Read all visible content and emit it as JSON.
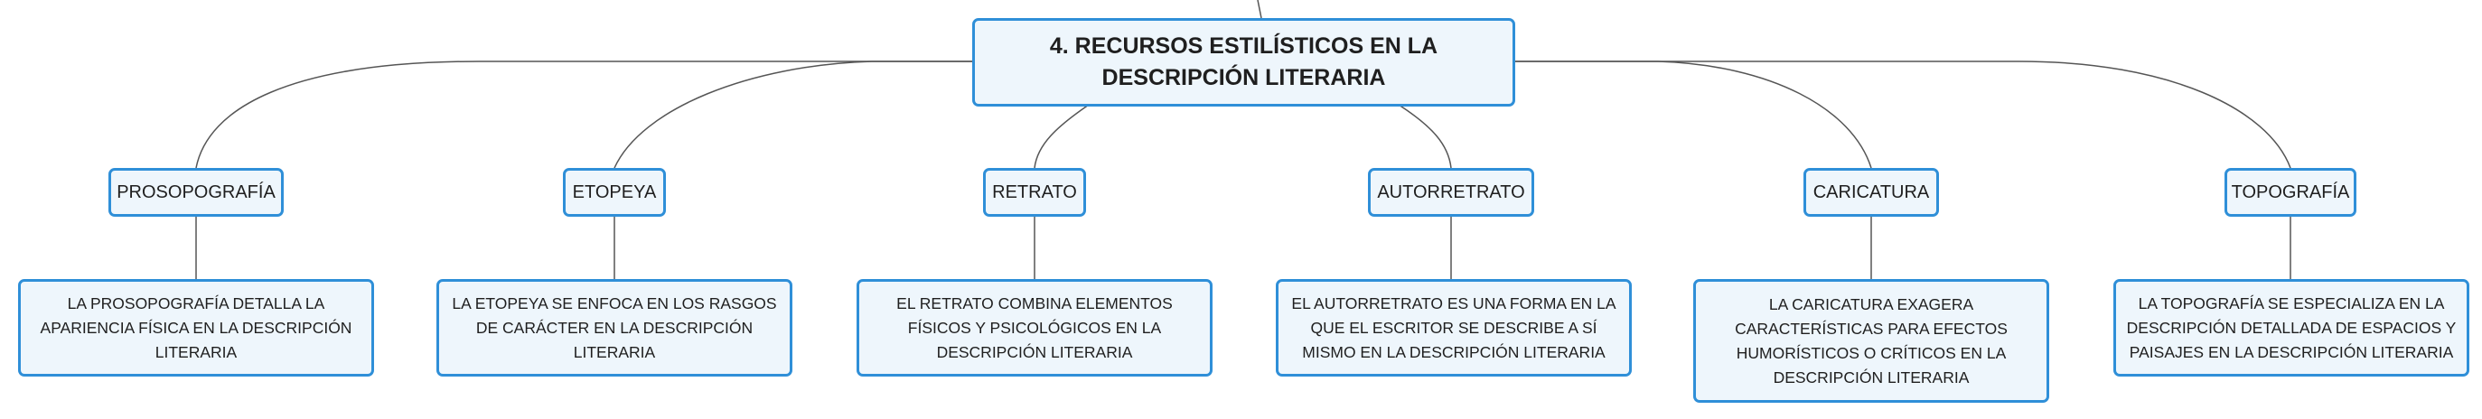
{
  "root": {
    "title": "4. RECURSOS ESTILÍSTICOS EN LA DESCRIPCIÓN LITERARIA"
  },
  "branches": [
    {
      "label": "PROSOPOGRAFÍA",
      "description": "LA PROSOPOGRAFÍA DETALLA LA APARIENCIA FÍSICA EN LA DESCRIPCIÓN LITERARIA"
    },
    {
      "label": "ETOPEYA",
      "description": "LA ETOPEYA SE ENFOCA EN LOS RASGOS DE CARÁCTER EN LA DESCRIPCIÓN LITERARIA"
    },
    {
      "label": "RETRATO",
      "description": "EL RETRATO COMBINA ELEMENTOS FÍSICOS Y PSICOLÓGICOS EN LA DESCRIPCIÓN LITERARIA"
    },
    {
      "label": "AUTORRETRATO",
      "description": "EL AUTORRETRATO ES UNA FORMA EN LA QUE EL ESCRITOR SE DESCRIBE A SÍ MISMO EN LA DESCRIPCIÓN LITERARIA"
    },
    {
      "label": "CARICATURA",
      "description": "LA CARICATURA EXAGERA CARACTERÍSTICAS PARA EFECTOS HUMORÍSTICOS O CRÍTICOS EN LA DESCRIPCIÓN LITERARIA"
    },
    {
      "label": "TOPOGRAFÍA",
      "description": "LA TOPOGRAFÍA SE ESPECIALIZA EN LA DESCRIPCIÓN DETALLADA DE ESPACIOS Y PAISAJES EN LA DESCRIPCIÓN LITERARIA"
    }
  ],
  "colors": {
    "border": "#2f8fd8",
    "fill": "#eef6fc",
    "line": "#555555"
  }
}
